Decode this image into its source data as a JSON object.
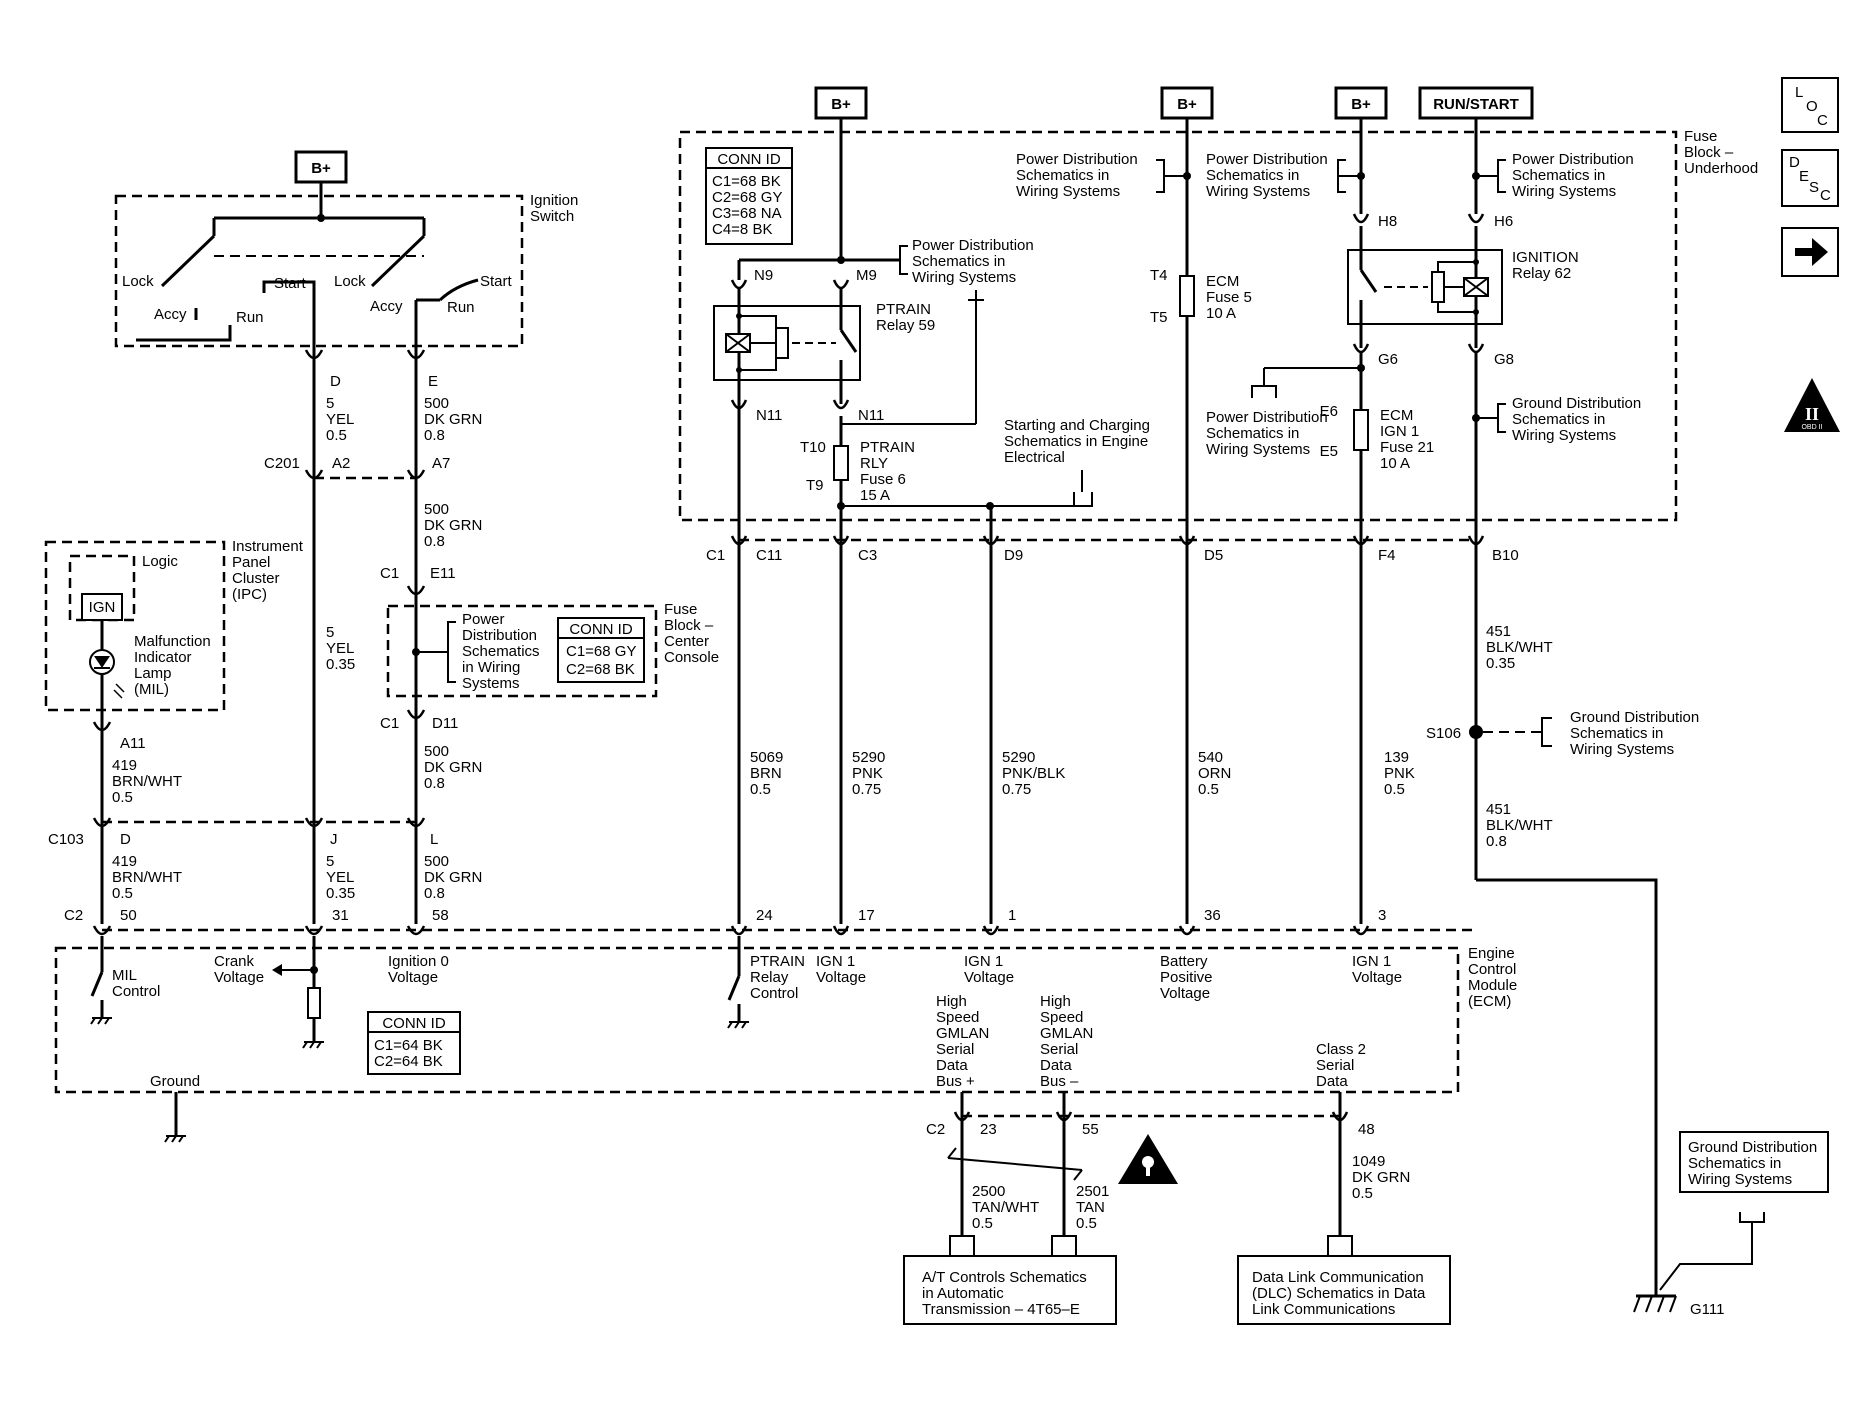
{
  "power": {
    "bplus_label": "B+",
    "run_start_label": "RUN/START"
  },
  "nav_icons": {
    "loc": {
      "l": "L",
      "o": "O",
      "c": "C"
    },
    "desc": {
      "d": "D",
      "e": "E",
      "s": "S",
      "c": "C"
    },
    "obd": {
      "numeral": "II",
      "label": "OBD II"
    }
  },
  "ignition_switch": {
    "title": [
      "Ignition",
      "Switch"
    ],
    "positions": [
      "Lock",
      "Start",
      "Lock",
      "Start",
      "Accy",
      "Run",
      "Accy",
      "Run"
    ]
  },
  "ipc": {
    "title": [
      "Instrument",
      "Panel",
      "Cluster",
      "(IPC)"
    ],
    "logic": "Logic",
    "ign": "IGN",
    "lamp": [
      "Malfunction",
      "Indicator",
      "Lamp",
      "(MIL)"
    ]
  },
  "fuse_block_center": {
    "title": [
      "Fuse",
      "Block –",
      "Center",
      "Console"
    ],
    "ref": [
      "Power",
      "Distribution",
      "Schematics",
      "in Wiring",
      "Systems"
    ],
    "conn_title": "CONN ID",
    "conn_lines": [
      "C1=68 GY",
      "C2=68 BK"
    ]
  },
  "fuse_block_underhood": {
    "title": [
      "Fuse",
      "Block –",
      "Underhood"
    ],
    "conn_title": "CONN ID",
    "conn_lines": [
      "C1=68 BK",
      "C2=68 GY",
      "C3=68 NA",
      "C4=8 BK"
    ],
    "ptrain_relay": [
      "PTRAIN",
      "Relay 59"
    ],
    "ptrain_fuse": [
      "PTRAIN",
      "RLY",
      "Fuse 6",
      "15 A"
    ],
    "ecm_fuse5": [
      "ECM",
      "Fuse 5",
      "10 A"
    ],
    "ign_relay": [
      "IGNITION",
      "Relay 62"
    ],
    "ecm_ign_fuse": [
      "ECM",
      "IGN 1",
      "Fuse 21",
      "10 A"
    ],
    "pd_ref": [
      "Power Distribution",
      "Schematics in",
      "Wiring Systems"
    ],
    "pd_ref2": [
      "Power Distribution",
      "Schematics in",
      "Wiring Systems"
    ],
    "pd_ref3": [
      "Power Distribution",
      "Schematics in",
      "Wiring Systems"
    ],
    "pd_ref4": [
      "Power Distribution",
      "Schematics in",
      "Wiring Systems"
    ],
    "pd_ref5": [
      "Power Distribution",
      "Schematics in",
      "Wiring Systems"
    ],
    "starting_ref": [
      "Starting and Charging",
      "Schematics in Engine",
      "Electrical"
    ],
    "ground_ref": [
      "Ground Distribution",
      "Schematics in",
      "Wiring Systems"
    ],
    "pins": {
      "n9": "N9",
      "m9": "M9",
      "n11a": "N11",
      "n11b": "N11",
      "t10": "T10",
      "t9": "T9",
      "t4": "T4",
      "t5": "T5",
      "h8": "H8",
      "h6": "H6",
      "g6": "G6",
      "g8": "G8",
      "e6": "E6",
      "e5": "E5"
    }
  },
  "connectors": {
    "c1": "C1",
    "c11": "C11",
    "c3": "C3",
    "d9": "D9",
    "d5": "D5",
    "f4": "F4",
    "b10": "B10",
    "d": "D",
    "e": "E",
    "c201": "C201",
    "a2": "A2",
    "a7": "A7",
    "c1_e11": "C1",
    "e11": "E11",
    "c1_d11": "C1",
    "d11": "D11",
    "a11": "A11",
    "c103": "C103",
    "d103": "D",
    "j": "J",
    "l": "L",
    "c2": "C2",
    "p50": "50",
    "p31": "31",
    "p58": "58",
    "p24": "24",
    "p17": "17",
    "p1": "1",
    "p36": "36",
    "p3": "3",
    "c2b": "C2",
    "p23": "23",
    "p55": "55",
    "p48": "48",
    "s106": "S106",
    "g111": "G111"
  },
  "wires": {
    "w5a": [
      "5",
      "YEL",
      "0.5"
    ],
    "w500a": [
      "500",
      "DK GRN",
      "0.8"
    ],
    "w500b": [
      "500",
      "DK GRN",
      "0.8"
    ],
    "w5b": [
      "5",
      "YEL",
      "0.35"
    ],
    "w500c": [
      "500",
      "DK GRN",
      "0.8"
    ],
    "w419a": [
      "419",
      "BRN/WHT",
      "0.5"
    ],
    "w419b": [
      "419",
      "BRN/WHT",
      "0.5"
    ],
    "w5c": [
      "5",
      "YEL",
      "0.35"
    ],
    "w500d": [
      "500",
      "DK GRN",
      "0.8"
    ],
    "w5069": [
      "5069",
      "BRN",
      "0.5"
    ],
    "w5290": [
      "5290",
      "PNK",
      "0.75"
    ],
    "w5290b": [
      "5290",
      "PNK/BLK",
      "0.75"
    ],
    "w540": [
      "540",
      "ORN",
      "0.5"
    ],
    "w139": [
      "139",
      "PNK",
      "0.5"
    ],
    "w451a": [
      "451",
      "BLK/WHT",
      "0.35"
    ],
    "w451b": [
      "451",
      "BLK/WHT",
      "0.8"
    ],
    "w2500": [
      "2500",
      "TAN/WHT",
      "0.5"
    ],
    "w2501": [
      "2501",
      "TAN",
      "0.5"
    ],
    "w1049": [
      "1049",
      "DK GRN",
      "0.5"
    ]
  },
  "ecm": {
    "title": [
      "Engine",
      "Control",
      "Module",
      "(ECM)"
    ],
    "mil_control": [
      "MIL",
      "Control"
    ],
    "crank": [
      "Crank",
      "Voltage"
    ],
    "ign0": [
      "Ignition 0",
      "Voltage"
    ],
    "ptrain_ctrl": [
      "PTRAIN",
      "Relay",
      "Control"
    ],
    "ign1a": [
      "IGN 1",
      "Voltage"
    ],
    "ign1b": [
      "IGN 1",
      "Voltage"
    ],
    "battery": [
      "Battery",
      "Positive",
      "Voltage"
    ],
    "ign1c": [
      "IGN 1",
      "Voltage"
    ],
    "gmlan_plus": [
      "High",
      "Speed",
      "GMLAN",
      "Serial",
      "Data",
      "Bus +"
    ],
    "gmlan_minus": [
      "High",
      "Speed",
      "GMLAN",
      "Serial",
      "Data",
      "Bus –"
    ],
    "class2": [
      "Class 2",
      "Serial",
      "Data"
    ],
    "ground": "Ground",
    "conn_title": "CONN ID",
    "conn_lines": [
      "C1=64 BK",
      "C2=64 BK"
    ]
  },
  "ground_ref_s106": [
    "Ground Distribution",
    "Schematics in",
    "Wiring Systems"
  ],
  "ground_ref_g111": [
    "Ground Distribution",
    "Schematics in",
    "Wiring Systems"
  ],
  "at_ref": [
    "A/T Controls Schematics",
    "in Automatic",
    "Transmission – 4T65–E"
  ],
  "dlc_ref": [
    "Data Link Communication",
    "(DLC) Schematics in Data",
    "Link Communications"
  ]
}
